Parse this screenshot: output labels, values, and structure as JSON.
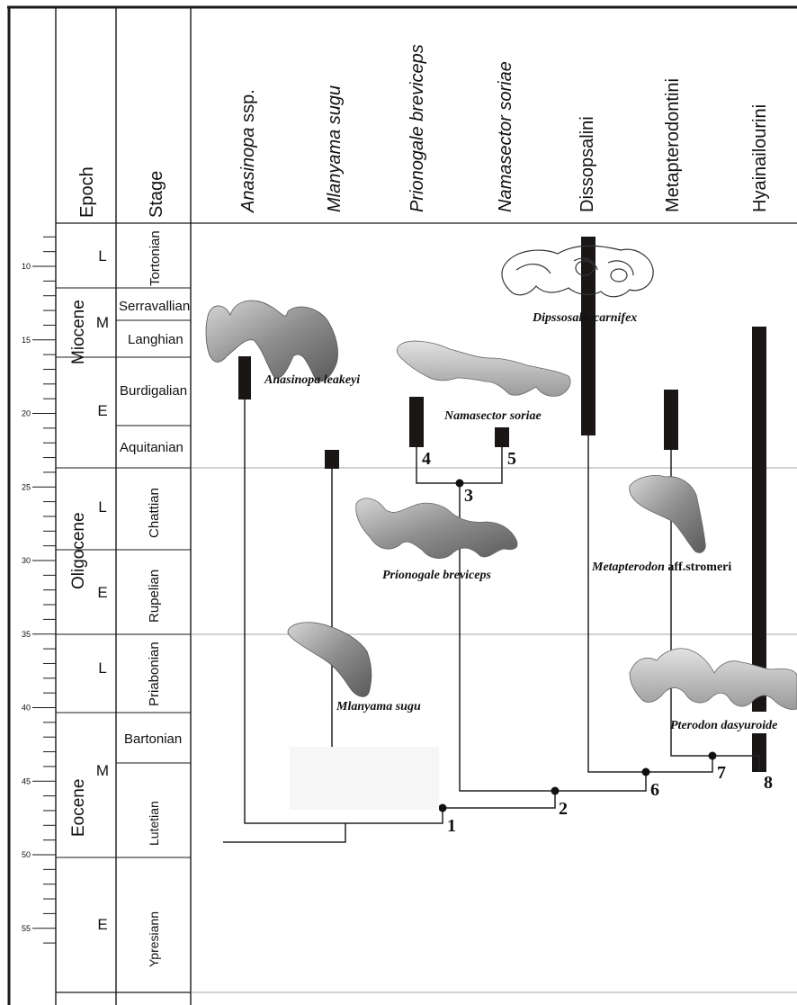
{
  "headers": {
    "epoch": "Epoch",
    "stage": "Stage"
  },
  "taxa": [
    {
      "italic": "Anasinopa",
      "plain": " ssp."
    },
    {
      "italic": "Mlanyama sugu",
      "plain": ""
    },
    {
      "italic": "Prionogale breviceps",
      "plain": ""
    },
    {
      "italic": "Namasector soriae",
      "plain": ""
    },
    {
      "italic": "",
      "plain": "Dissopsalini"
    },
    {
      "italic": "",
      "plain": "Metapterodontini"
    },
    {
      "italic": "",
      "plain": "Hyainailourini"
    }
  ],
  "epochs": [
    "Miocene",
    "Oligocene",
    "Eocene"
  ],
  "subepochs": [
    "L",
    "M",
    "E",
    "L",
    "E",
    "L",
    "M",
    "E"
  ],
  "stages": [
    "Tortonian",
    "Serravallian",
    "Langhian",
    "Burdigalian",
    "Aquitanian",
    "Chattian",
    "Rupelian",
    "Priabonian",
    "Bartonian",
    "Lutetian",
    "Ypresiann"
  ],
  "age_ticks": [
    "10",
    "15",
    "20",
    "25",
    "30",
    "35",
    "40",
    "45",
    "50",
    "55"
  ],
  "nodes": [
    "1",
    "2",
    "3",
    "4",
    "5",
    "6",
    "7",
    "8"
  ],
  "specimens": {
    "anasinopa": "Anasinopa leakeyi",
    "namasector": "Namasector soriae",
    "dipsso": "Dipssosalis carnifex",
    "prionogale": "Prionogale breviceps",
    "metapterodon_italic": "Metapterodon",
    "metapterodon_plain": " aff.stromeri",
    "mlanyama": "Mlanyama sugu",
    "pterodon": "Pterodon dasyuroide"
  },
  "colors": {
    "bar": "#1a1616",
    "line": "#222222",
    "grid": "#8a8a8a",
    "fossil": "#9a9a9a"
  }
}
